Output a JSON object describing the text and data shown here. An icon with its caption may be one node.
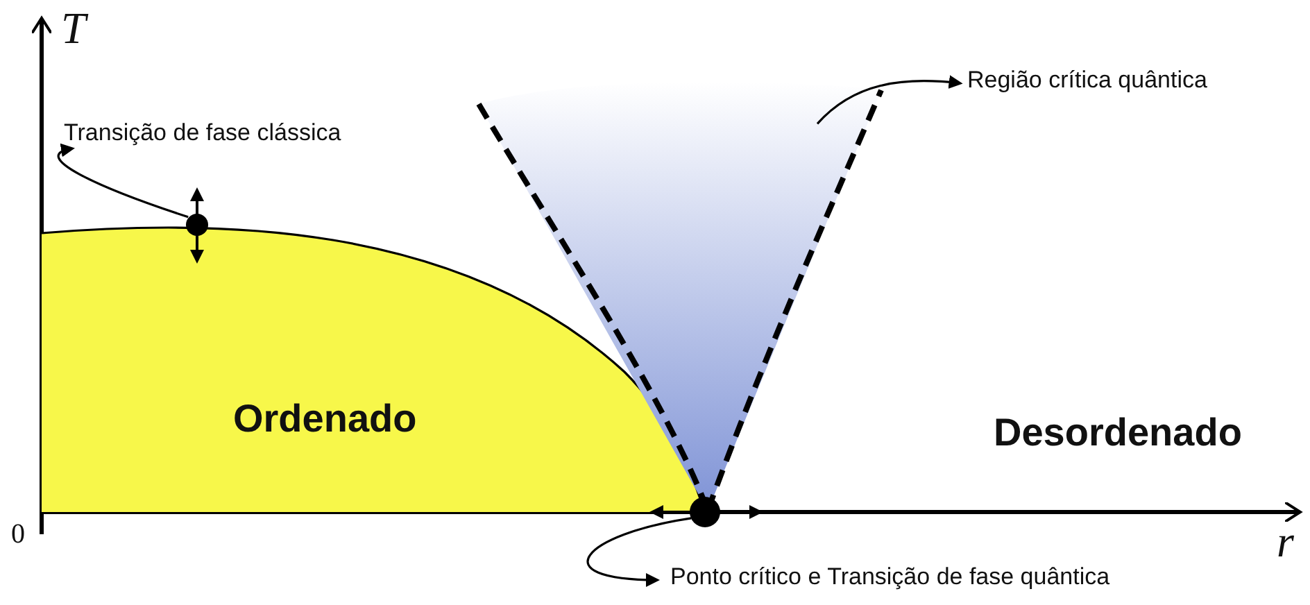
{
  "diagram": {
    "nodes": [
      {
        "text": [
          "Transição de fase clássica"
        ]
      },
      {
        "text": [],
        "shape": "circle"
      },
      {
        "text": [
          "Região crítica quântica"
        ]
      },
      {
        "text": [],
        "shape": "triangle"
      },
      {
        "text": [
          "Ordenado"
        ]
      },
      {
        "text": [
          "Ponto crítico e Transição de fase quântica"
        ]
      },
      {
        "text": [],
        "shape": "circle"
      }
    ],
    "edges": [
      {
        "from": 1,
        "to": 0,
        "arrow": "to"
      },
      {
        "from": 3,
        "to": 2,
        "arrow": "to"
      },
      {
        "from": 6,
        "to": 5,
        "arrow": "to"
      }
    ],
    "labels": [
      "T",
      "0",
      "Desordenado",
      "r"
    ]
  }
}
